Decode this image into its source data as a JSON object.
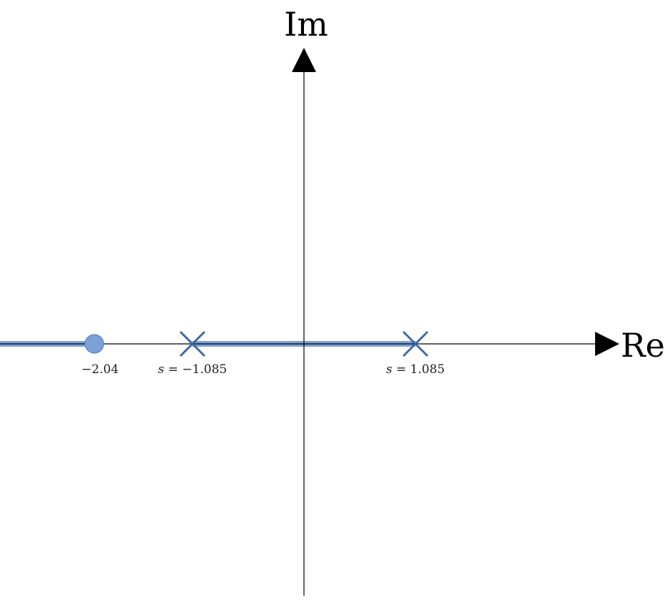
{
  "axes": {
    "real_label": "Re",
    "imag_label": "Im"
  },
  "locus": {
    "segments": [
      {
        "from": "-inf",
        "to": -2.04
      },
      {
        "from": -1.085,
        "to": 1.085
      }
    ]
  },
  "zero": {
    "value": -2.04,
    "label": "−2.04"
  },
  "poles": [
    {
      "value": -1.085,
      "label_var": "s",
      "label_rest": " = −1.085"
    },
    {
      "value": 1.085,
      "label_var": "s",
      "label_rest": " = 1.085"
    }
  ],
  "colors": {
    "locus": "#7ba1d6",
    "pole": "#3f68a8",
    "zero_fill": "#7ba1d6",
    "zero_stroke": "#5a84bf",
    "axis": "#000000"
  }
}
